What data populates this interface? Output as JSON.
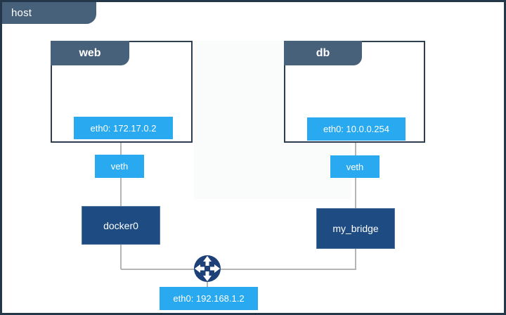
{
  "host": {
    "label": "host",
    "interface_badge": "eth0: 192.168.1.2"
  },
  "containers": [
    {
      "name": "web",
      "interface_badge": "eth0: 172.17.0.2",
      "veth_label": "veth",
      "bridge_label": "docker0"
    },
    {
      "name": "db",
      "interface_badge": "eth0: 10.0.0.254",
      "veth_label": "veth",
      "bridge_label": "my_bridge"
    }
  ],
  "icons": {
    "router": "four-way-arrows-router-icon"
  },
  "colors": {
    "border": "#24374a",
    "tab": "#48617a",
    "box-border": "#2c3e50",
    "bright-blue": "#29a9ef",
    "navy": "#1d4b82",
    "icon-navy": "#1c4077",
    "line": "#b5b5b5",
    "text-light": "#ffffff"
  }
}
